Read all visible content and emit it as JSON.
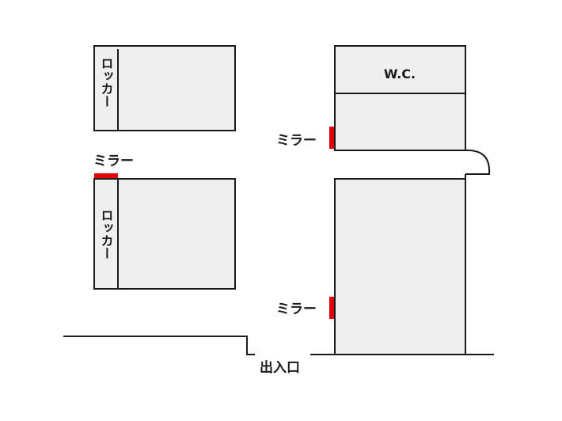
{
  "floorplan": {
    "locker_label": "ロッカー",
    "mirror_label": "ミラー",
    "wc_label": "W.C.",
    "entrance_label": "出入口",
    "colors": {
      "room_fill": "#efefef",
      "line": "#1a1a1a",
      "mirror": "#e0000a",
      "background": "#ffffff"
    }
  }
}
